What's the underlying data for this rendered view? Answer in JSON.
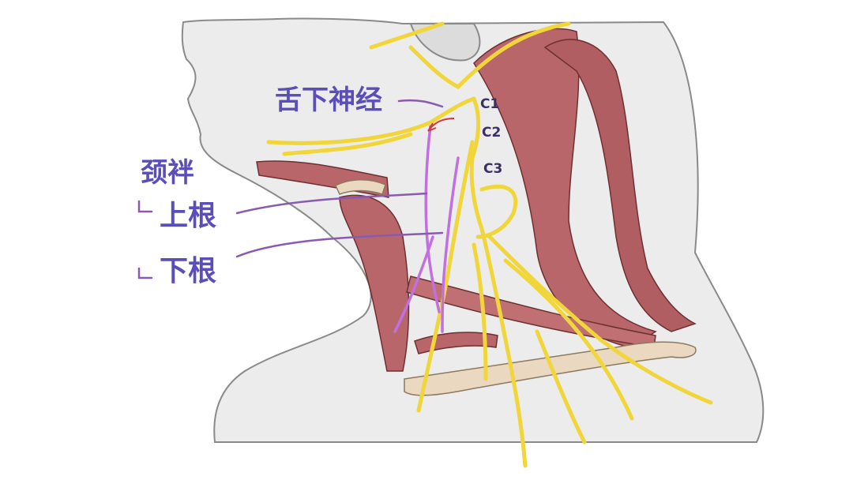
{
  "labels": {
    "hypoglossal_nerve": "舌下神经",
    "ansa_cervicalis": "颈袢",
    "superior_root": "上根",
    "inferior_root": "下根"
  },
  "cervical_levels": [
    "C1",
    "C2",
    "C3"
  ],
  "colors": {
    "label_text": "#5a4fb8",
    "nerve": "#f0d63a",
    "ansa_nerve": "#c070e0",
    "muscle": "#b8666a",
    "skin": "#ececec",
    "bone": "#ead8c0"
  }
}
